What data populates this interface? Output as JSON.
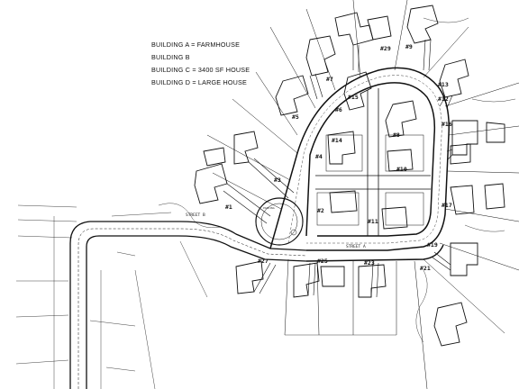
{
  "legend": [
    "BUILDING A = FARMHOUSE",
    "BUILDING B",
    "BUILDING C = 3400 SF HOUSE",
    "BUILDING D = LARGE HOUSE"
  ],
  "lots": [
    {
      "id": "lot-1",
      "label": "#1"
    },
    {
      "id": "lot-2",
      "label": "#2"
    },
    {
      "id": "lot-3",
      "label": "#3"
    },
    {
      "id": "lot-4",
      "label": "#4"
    },
    {
      "id": "lot-5",
      "label": "#5"
    },
    {
      "id": "lot-6",
      "label": "#6"
    },
    {
      "id": "lot-7",
      "label": "#7"
    },
    {
      "id": "lot-8",
      "label": "#8"
    },
    {
      "id": "lot-9",
      "label": "#9"
    },
    {
      "id": "lot-10",
      "label": "#10"
    },
    {
      "id": "lot-11",
      "label": "#11"
    },
    {
      "id": "lot-12",
      "label": "#12"
    },
    {
      "id": "lot-13",
      "label": "#13"
    },
    {
      "id": "lot-14",
      "label": "#14"
    },
    {
      "id": "lot-15",
      "label": "#15"
    },
    {
      "id": "lot-16",
      "label": "#16"
    },
    {
      "id": "lot-17",
      "label": "#17"
    },
    {
      "id": "lot-19",
      "label": "#19"
    },
    {
      "id": "lot-21",
      "label": "#21"
    },
    {
      "id": "lot-23",
      "label": "#23"
    },
    {
      "id": "lot-25",
      "label": "#25"
    },
    {
      "id": "lot-27",
      "label": "#27"
    },
    {
      "id": "lot-29",
      "label": "#29"
    }
  ],
  "street_labels": {
    "loop_south": "STREET A",
    "entry_road": "STREET B"
  }
}
